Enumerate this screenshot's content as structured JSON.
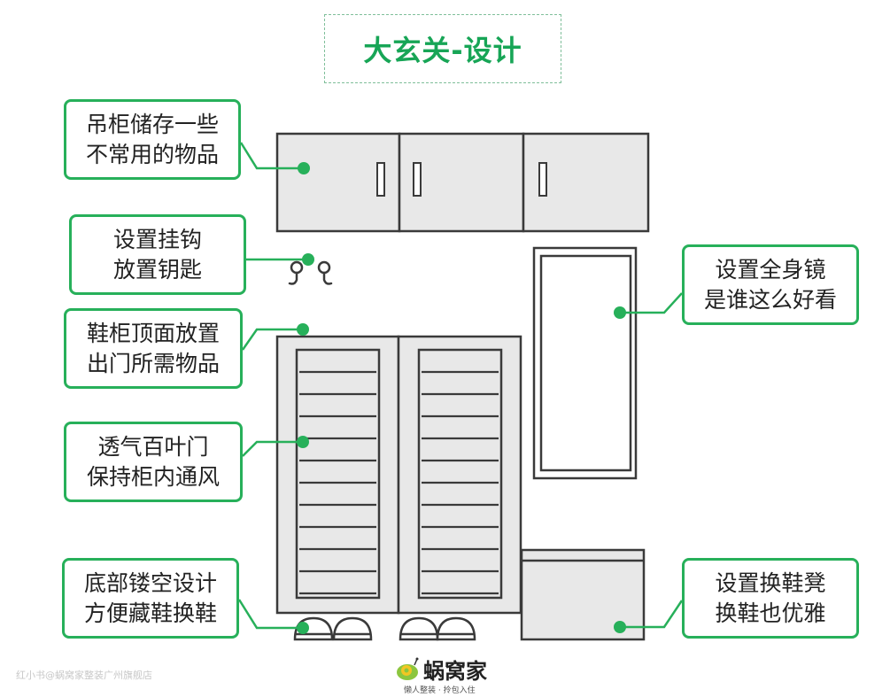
{
  "title": "大玄关-设计",
  "labels": {
    "wall_cabinet": [
      "吊柜储存一些",
      "不常用的物品"
    ],
    "hooks": [
      "设置挂钩",
      "放置钥匙"
    ],
    "shoe_cabinet_top": [
      "鞋柜顶面放置",
      "出门所需物品"
    ],
    "louver_door": [
      "透气百叶门",
      "保持柜内通风"
    ],
    "hollow_bottom": [
      "底部镂空设计",
      "方便藏鞋换鞋"
    ],
    "mirror": [
      "设置全身镜",
      "是谁这么好看"
    ],
    "bench": [
      "设置换鞋凳",
      "换鞋也优雅"
    ]
  },
  "footer": {
    "logo_text": "蜗窝家",
    "slogan": "懒人整装 · 拎包入住"
  },
  "watermark": "红小书@蜗窝家整装广州旗舰店",
  "colors": {
    "accent": "#27b05a",
    "furniture_fill": "#e8e8e8",
    "furniture_stroke": "#3a3a3a"
  }
}
